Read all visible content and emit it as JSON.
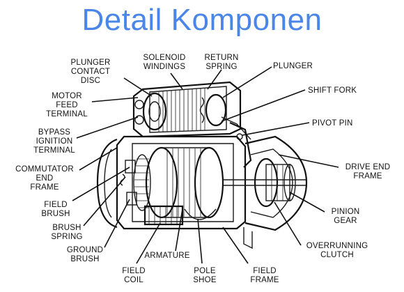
{
  "title": "Detail Komponen",
  "labels": {
    "plunger_contact_disc": [
      "PLUNGER",
      "CONTACT",
      "DISC"
    ],
    "solenoid_windings": [
      "SOLENOID",
      "WINDINGS"
    ],
    "return_spring": [
      "RETURN",
      "SPRING"
    ],
    "plunger": [
      "PLUNGER"
    ],
    "motor_feed_terminal": [
      "MOTOR",
      "FEED",
      "TERMINAL"
    ],
    "shift_fork": [
      "SHIFT FORK"
    ],
    "bypass_ignition_terminal": [
      "BYPASS",
      "IGNITION",
      "TERMINAL"
    ],
    "pivot_pin": [
      "PIVOT PIN"
    ],
    "commutator_end_frame": [
      "COMMUTATOR",
      "END",
      "FRAME"
    ],
    "drive_end_frame": [
      "DRIVE END",
      "FRAME"
    ],
    "field_brush": [
      "FIELD",
      "BRUSH"
    ],
    "brush_spring": [
      "BRUSH",
      "SPRING"
    ],
    "pinion_gear": [
      "PINION",
      "GEAR"
    ],
    "ground_brush": [
      "GROUND",
      "BRUSH"
    ],
    "overrunning_clutch": [
      "OVERRUNNING",
      "CLUTCH"
    ],
    "armature": [
      "ARMATURE"
    ],
    "field_coil": [
      "FIELD",
      "COIL"
    ],
    "pole_shoe": [
      "POLE",
      "SHOE"
    ],
    "field_frame": [
      "FIELD",
      "FRAME"
    ]
  }
}
